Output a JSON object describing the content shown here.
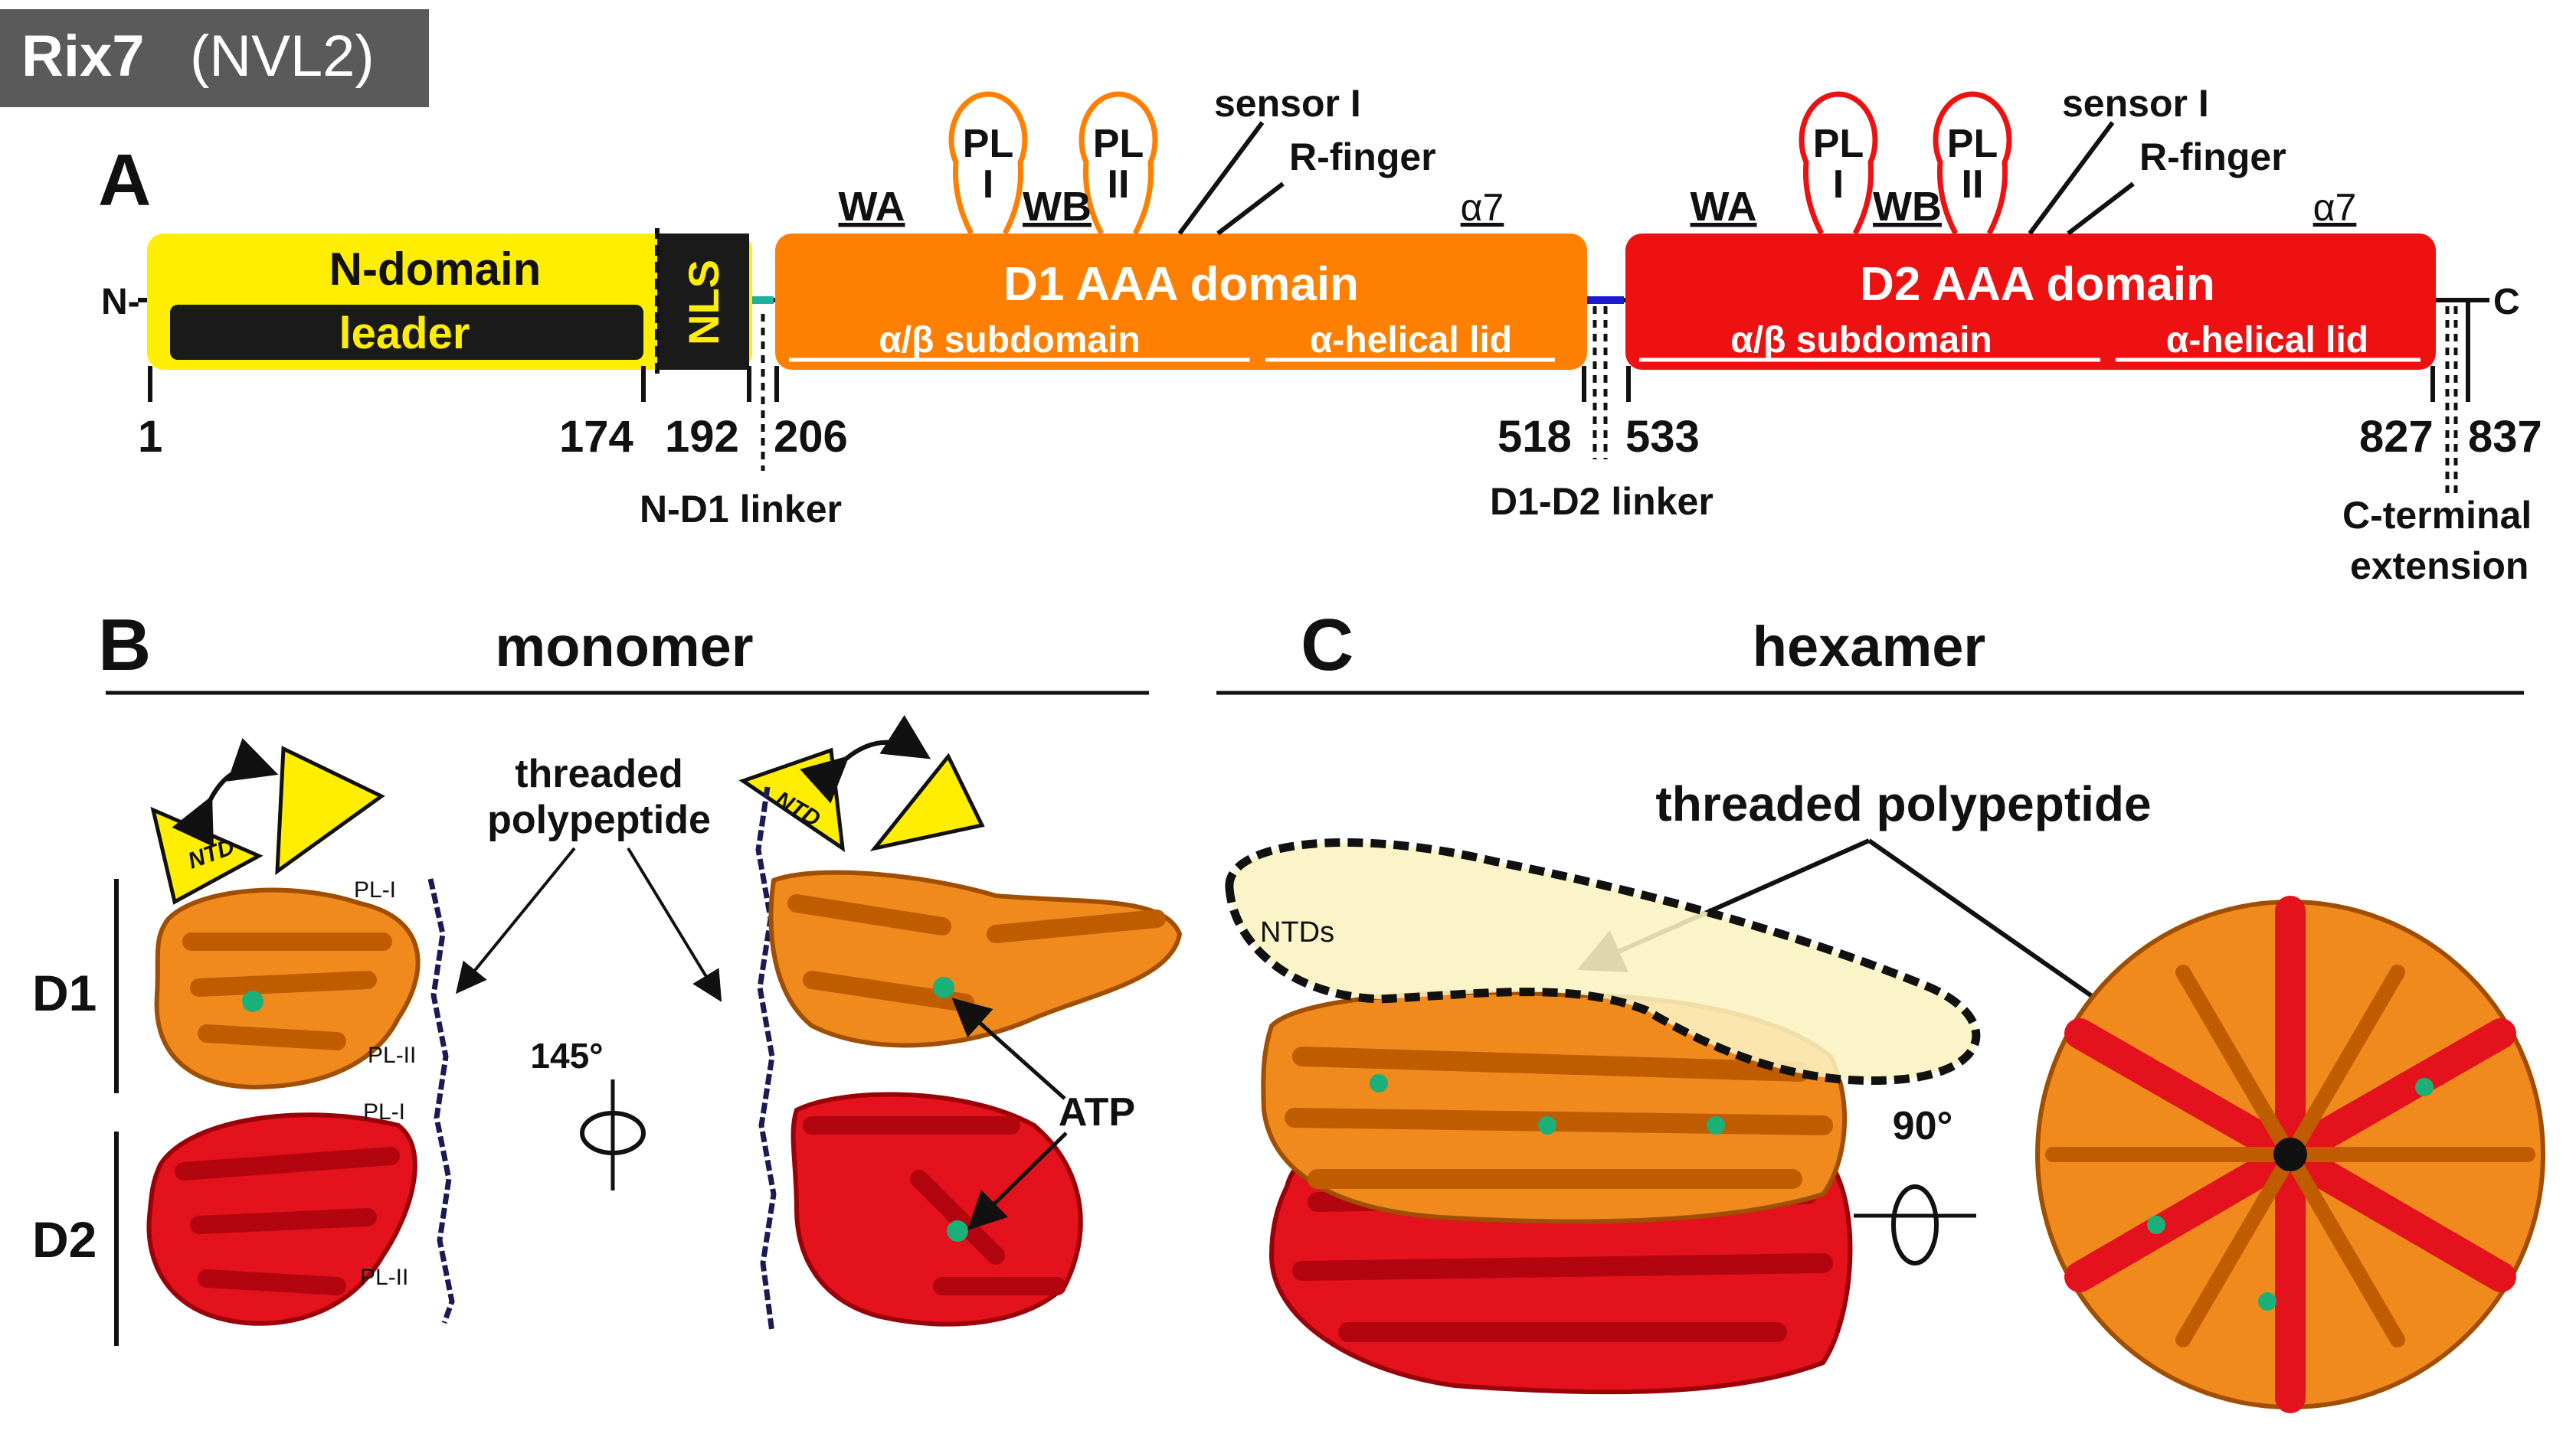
{
  "title": {
    "main": "Rix7",
    "sub": "(NVL2)"
  },
  "panels": {
    "a": "A",
    "b": "B",
    "c": "C"
  },
  "domain_map": {
    "n_term": "N-",
    "c_term": "C",
    "n_domain": "N-domain",
    "leader": "leader",
    "nls": "NLS",
    "d1": {
      "name": "D1 AAA domain",
      "wa": "WA",
      "wb": "WB",
      "pl1_top": "PL",
      "pl1_bottom": "I",
      "pl2_top": "PL",
      "pl2_bottom": "II",
      "sensor": "sensor I",
      "rfinger": "R-finger",
      "alpha7": "α7",
      "sub_ab": "α/β subdomain",
      "sub_lid": "α-helical lid"
    },
    "d2": {
      "name": "D2 AAA domain",
      "wa": "WA",
      "wb": "WB",
      "pl1_top": "PL",
      "pl1_bottom": "I",
      "pl2_top": "PL",
      "pl2_bottom": "II",
      "sensor": "sensor I",
      "rfinger": "R-finger",
      "alpha7": "α7",
      "sub_ab": "α/β subdomain",
      "sub_lid": "α-helical lid"
    },
    "residues": [
      "1",
      "174",
      "192",
      "206",
      "518",
      "533",
      "827",
      "837"
    ],
    "linkers": {
      "nd1": "N-D1 linker",
      "d1d2": "D1-D2 linker",
      "cterm_1": "C-terminal",
      "cterm_2": "extension"
    }
  },
  "panel_b": {
    "title": "monomer",
    "threaded_1": "threaded",
    "threaded_2": "polypeptide",
    "ntd": "NTD",
    "d1": "D1",
    "d2": "D2",
    "pl_i": "PL-I",
    "pl_ii": "PL-II",
    "rotation": "145°",
    "atp": "ATP"
  },
  "panel_c": {
    "title": "hexamer",
    "threaded": "threaded polypeptide",
    "ntds": "NTDs",
    "rotation": "90°"
  },
  "colors": {
    "n_domain": "#ffee00",
    "d1": "#ff8000",
    "d2": "#ee1111",
    "leader": "#1a1a1a",
    "nd1_linker": "#20b0a0",
    "d1d2_linker": "#1a1acc",
    "ntd_cloud": "#fbf3c0",
    "title_box": "#5a5a5a"
  }
}
